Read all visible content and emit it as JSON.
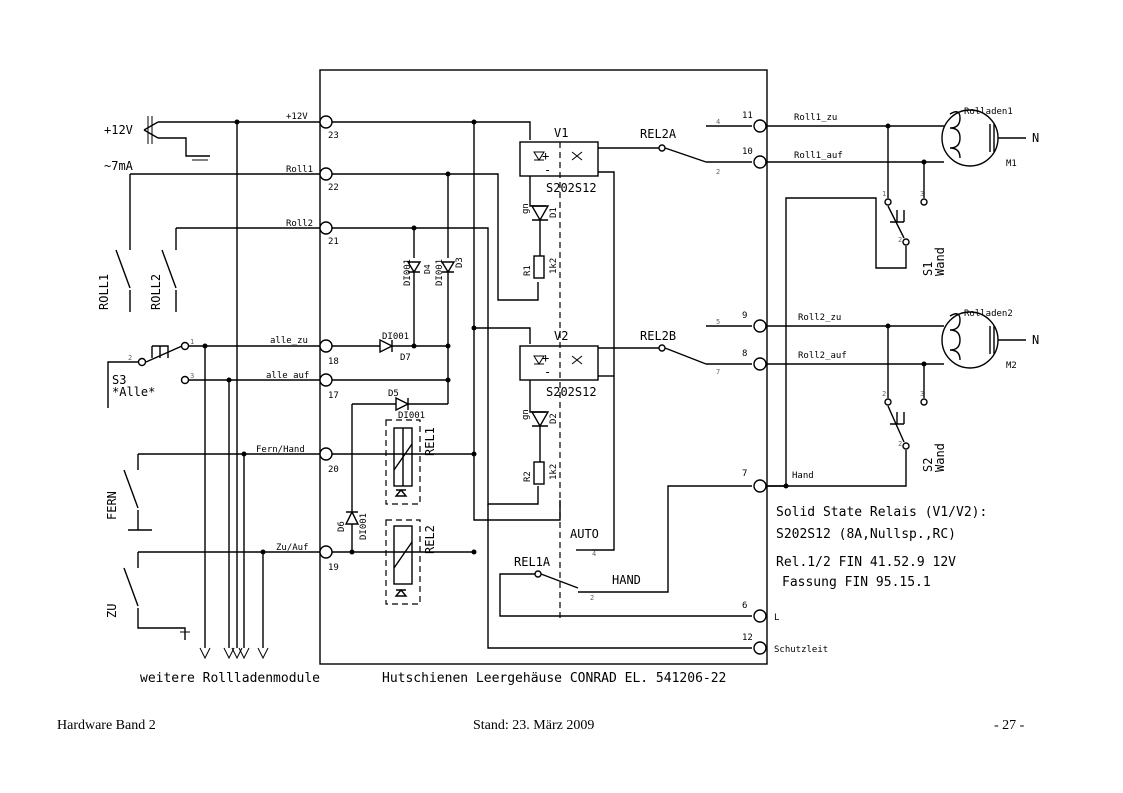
{
  "footer": {
    "left": "Hardware Band 2",
    "center": "Stand: 23. März 2009",
    "right": "- 27 -"
  },
  "labels": {
    "supply": "+12V",
    "current": "~7mA",
    "roll1": "ROLL1",
    "roll2": "ROLL2",
    "s3": "S3",
    "s3_sub": "*Alle*",
    "fern": "FERN",
    "zu": "ZU",
    "bottom_left": "weitere Rollladenmodule",
    "bottom_right": "Hutschienen Leergehäuse CONRAD EL. 541206-22",
    "v1": "V1",
    "v2": "V2",
    "ssr1": "S202S12",
    "ssr2": "S202S12",
    "rel2a": "REL2A",
    "rel2b": "REL2B",
    "rel1a": "REL1A",
    "rel1": "REL1",
    "rel2": "REL2",
    "auto": "AUTO",
    "hand_sw": "HAND",
    "d1": "D1",
    "d2": "D2",
    "d3": "D3",
    "d4": "D4",
    "d5": "D5",
    "d6": "D6",
    "d7": "D7",
    "diode": "DI001",
    "gn": "gn",
    "r1": "R1",
    "r2": "R2",
    "r_val": "1k2",
    "rolladen1": "Rolladen1",
    "rolladen2": "Rolladen2",
    "m1": "M1",
    "m2": "M2",
    "n": "N",
    "s1": "S1",
    "s2": "S2",
    "wand": "Wand",
    "info1": "Solid State Relais (V1/V2):",
    "info2": "S202S12 (8A,Nullsp.,RC)",
    "info3": "Rel.1/2 FIN 41.52.9 12V",
    "info4": "Fassung FIN 95.15.1"
  },
  "terminals_left": [
    {
      "num": "23",
      "name": "+12V"
    },
    {
      "num": "22",
      "name": "Roll1"
    },
    {
      "num": "21",
      "name": "Roll2"
    },
    {
      "num": "18",
      "name": "alle_zu"
    },
    {
      "num": "17",
      "name": "alle_auf"
    },
    {
      "num": "20",
      "name": "Fern/Hand"
    },
    {
      "num": "19",
      "name": "Zu/Auf"
    }
  ],
  "terminals_right": [
    {
      "num": "11",
      "name": "Roll1_zu"
    },
    {
      "num": "10",
      "name": "Roll1_auf"
    },
    {
      "num": "9",
      "name": "Roll2_zu"
    },
    {
      "num": "8",
      "name": "Roll2_auf"
    },
    {
      "num": "7",
      "name": "Hand"
    },
    {
      "num": "6",
      "name": "L"
    },
    {
      "num": "12",
      "name": "Schutzleit"
    }
  ]
}
